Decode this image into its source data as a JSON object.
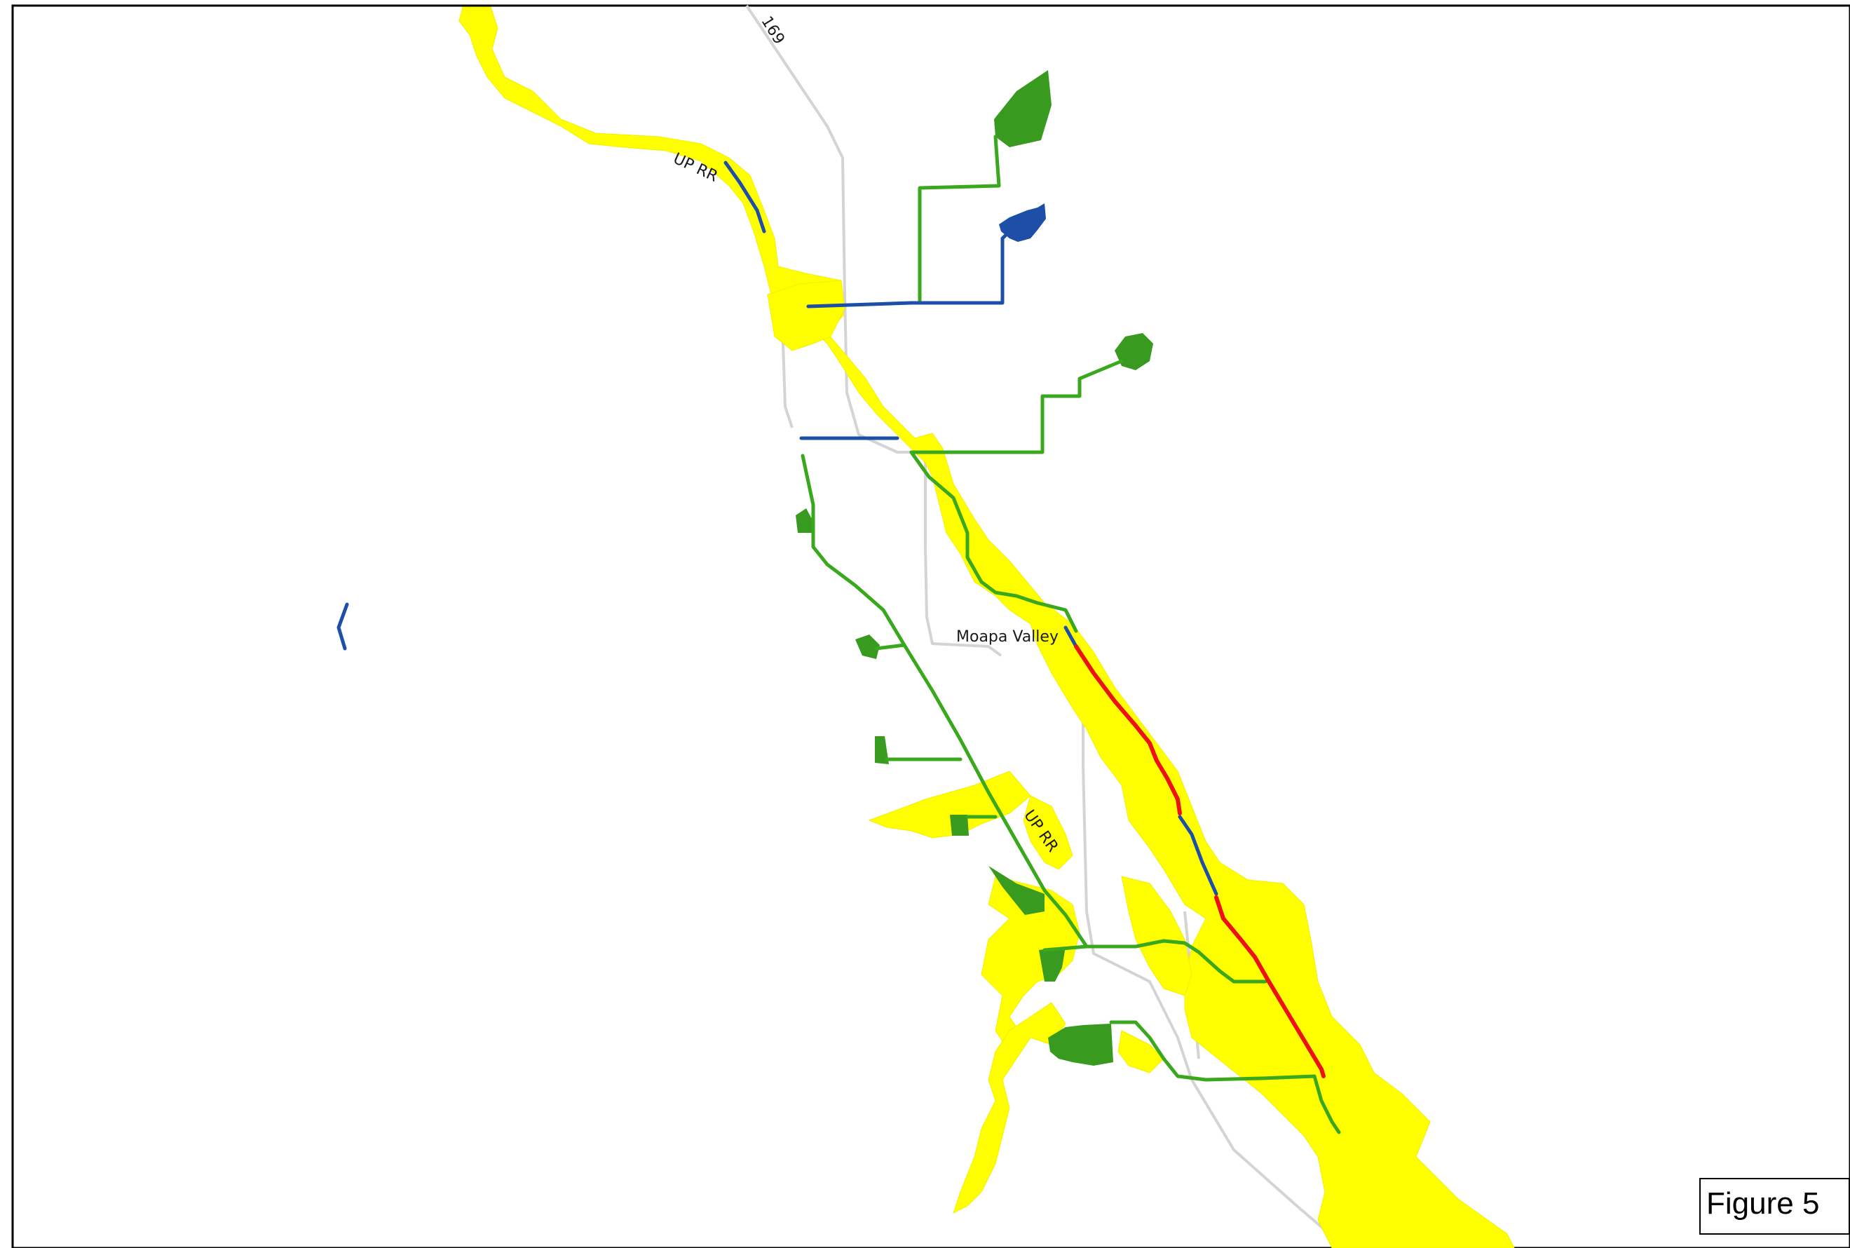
{
  "figure_label": "Figure 5",
  "labels": {
    "highway": "169",
    "railroad_north": "UP RR",
    "railroad_south": "UP RR",
    "place": "Moapa Valley"
  },
  "colors": {
    "floodplain": "#ffff00",
    "pipeline_green": "#3aa81c",
    "area_green": "#389a1e",
    "pipeline_blue": "#1d4fa8",
    "pipeline_red": "#ee1111",
    "road": "#d4d4d4",
    "frame": "#000000"
  }
}
